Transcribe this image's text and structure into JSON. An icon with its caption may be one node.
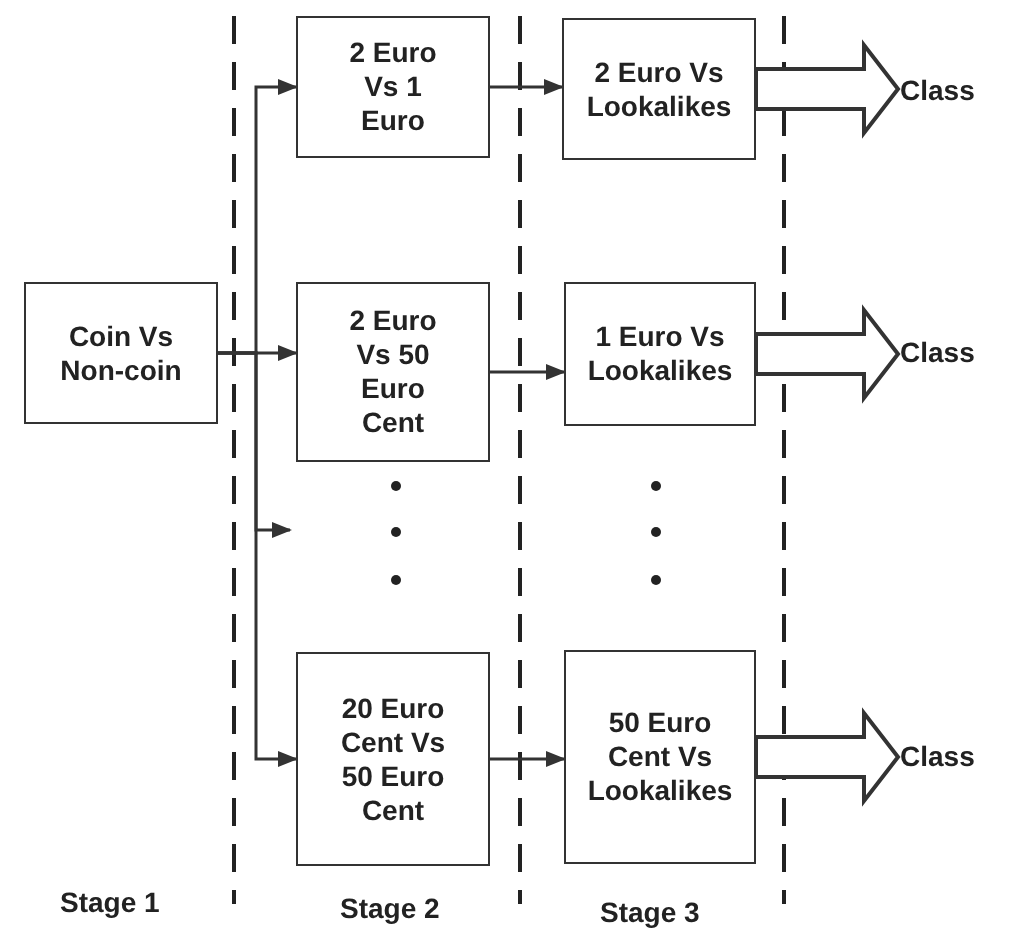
{
  "diagram": {
    "nodes": [
      {
        "text": [
          "Coin Vs Non-coin"
        ]
      },
      {
        "text": [
          "2 Euro Vs 1 Euro"
        ]
      },
      {
        "text": [
          "2 Euro Vs 50 Euro Cent"
        ]
      },
      {
        "text": [
          "20 Euro Cent Vs 50 Euro Cent"
        ]
      },
      {
        "text": [
          "2 Euro Vs Lookalikes"
        ]
      },
      {
        "text": [
          "1 Euro Vs Lookalikes"
        ]
      },
      {
        "text": [
          "50 Euro Cent Vs Lookalikes"
        ]
      },
      {
        "text": [
          "Class"
        ]
      },
      {
        "text": [
          "Class"
        ]
      },
      {
        "text": [
          "Class"
        ]
      }
    ],
    "edges": [
      {
        "from": 0,
        "to": 1,
        "arrow": "to"
      },
      {
        "from": 0,
        "to": 2,
        "arrow": "to"
      },
      {
        "from": 0,
        "to": null,
        "arrow": "to"
      },
      {
        "from": 0,
        "to": 3,
        "arrow": "to"
      },
      {
        "from": 1,
        "to": 4,
        "arrow": "to"
      },
      {
        "from": 2,
        "to": 5,
        "arrow": "to"
      },
      {
        "from": 3,
        "to": 6,
        "arrow": "to"
      },
      {
        "from": 4,
        "to": 7,
        "arrow": "to",
        "style": "thick"
      },
      {
        "from": 5,
        "to": 8,
        "arrow": "to",
        "style": "thick"
      },
      {
        "from": 6,
        "to": 9,
        "arrow": "to",
        "style": "thick"
      }
    ],
    "labels": [
      "Stage 1",
      "Stage 2",
      "Stage 3"
    ]
  }
}
